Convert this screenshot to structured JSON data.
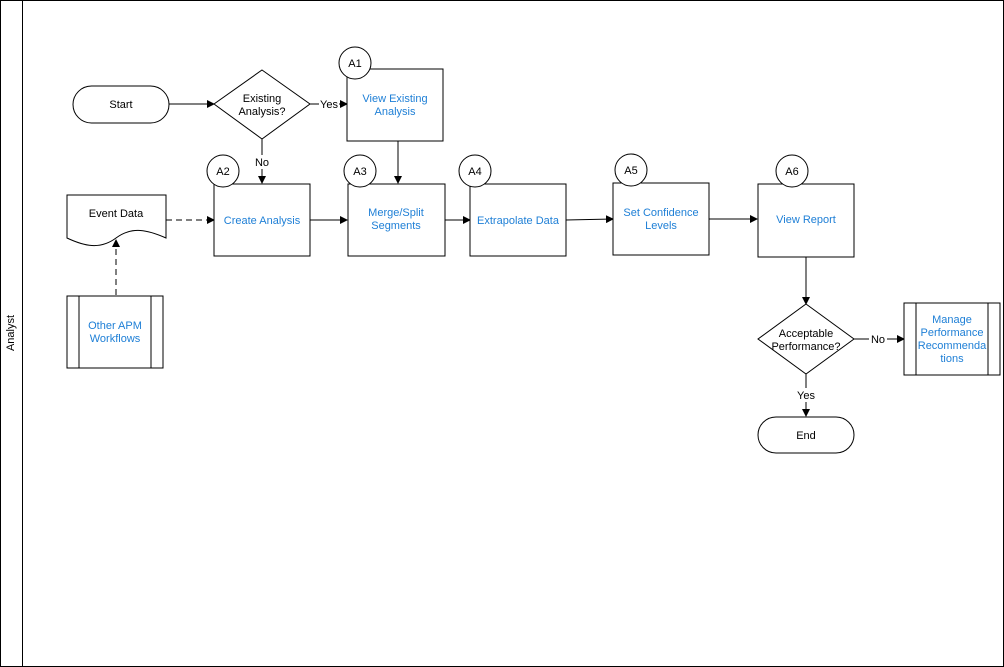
{
  "swimlane": {
    "label": "Analyst"
  },
  "nodes": {
    "start": {
      "label": "Start"
    },
    "existing_analysis": {
      "lines": [
        "Existing",
        "Analysis?"
      ]
    },
    "view_existing_analysis": {
      "badge": "A1",
      "lines": [
        "View Existing",
        "Analysis"
      ]
    },
    "create_analysis": {
      "badge": "A2",
      "lines": [
        "Create Analysis"
      ]
    },
    "merge_split_segments": {
      "badge": "A3",
      "lines": [
        "Merge/Split",
        "Segments"
      ]
    },
    "extrapolate_data": {
      "badge": "A4",
      "lines": [
        "Extrapolate Data"
      ]
    },
    "set_confidence_levels": {
      "badge": "A5",
      "lines": [
        "Set Confidence",
        "Levels"
      ]
    },
    "view_report": {
      "badge": "A6",
      "lines": [
        "View Report"
      ]
    },
    "event_data": {
      "label": "Event Data"
    },
    "other_apm_workflows": {
      "lines": [
        "Other APM",
        "Workflows"
      ]
    },
    "acceptable_performance": {
      "lines": [
        "Acceptable",
        "Performance?"
      ]
    },
    "manage_performance_recommendations": {
      "lines": [
        "Manage",
        "Performance",
        "Recommenda",
        "tions"
      ]
    },
    "end": {
      "label": "End"
    }
  },
  "edge_labels": {
    "yes_existing": "Yes",
    "no_existing": "No",
    "no_acceptable": "No",
    "yes_acceptable": "Yes"
  },
  "colors": {
    "link_text": "#1e7fd6",
    "stroke": "#000000",
    "background": "#ffffff"
  }
}
